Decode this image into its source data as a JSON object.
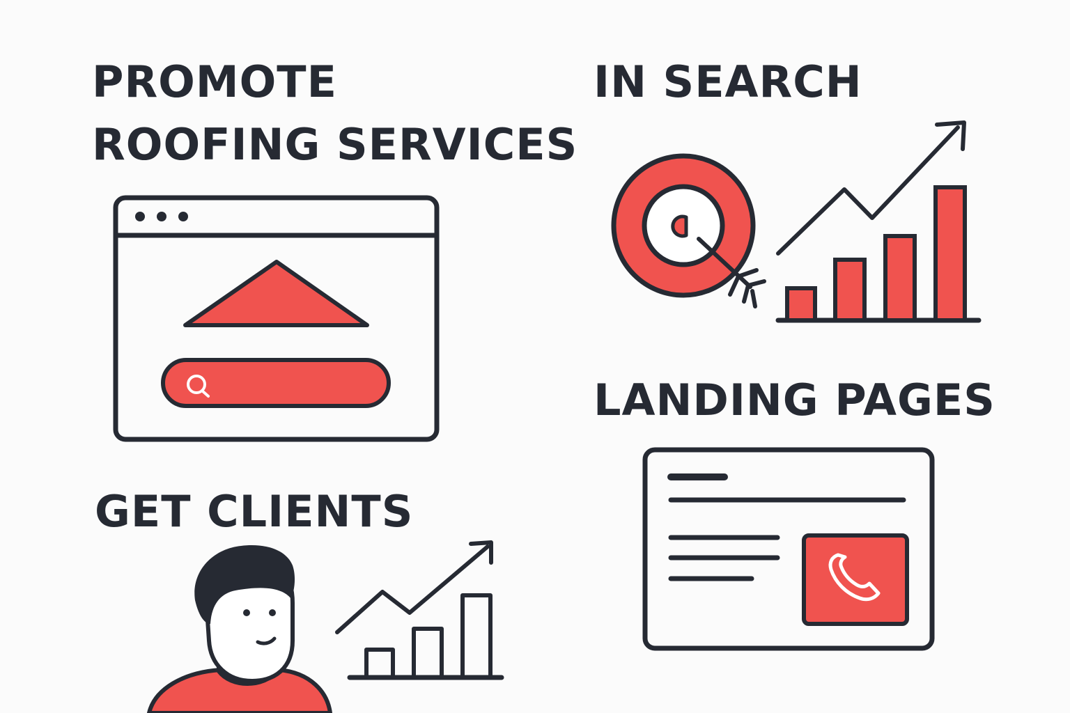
{
  "headings": {
    "promote_line1": "PROMOTE",
    "promote_line2": "ROOFING SERVICES",
    "in_search": "IN SEARCH",
    "landing_pages": "LANDING PAGES",
    "get_clients": "GET CLIENTS"
  },
  "colors": {
    "ink": "#262a33",
    "accent": "#f0534f",
    "background": "#fbfbfb"
  },
  "icons": [
    "browser-window-icon",
    "roof-icon",
    "search-bar-icon",
    "target-icon",
    "arrow-icon",
    "growth-chart-icon",
    "landing-page-icon",
    "phone-icon",
    "person-icon"
  ]
}
